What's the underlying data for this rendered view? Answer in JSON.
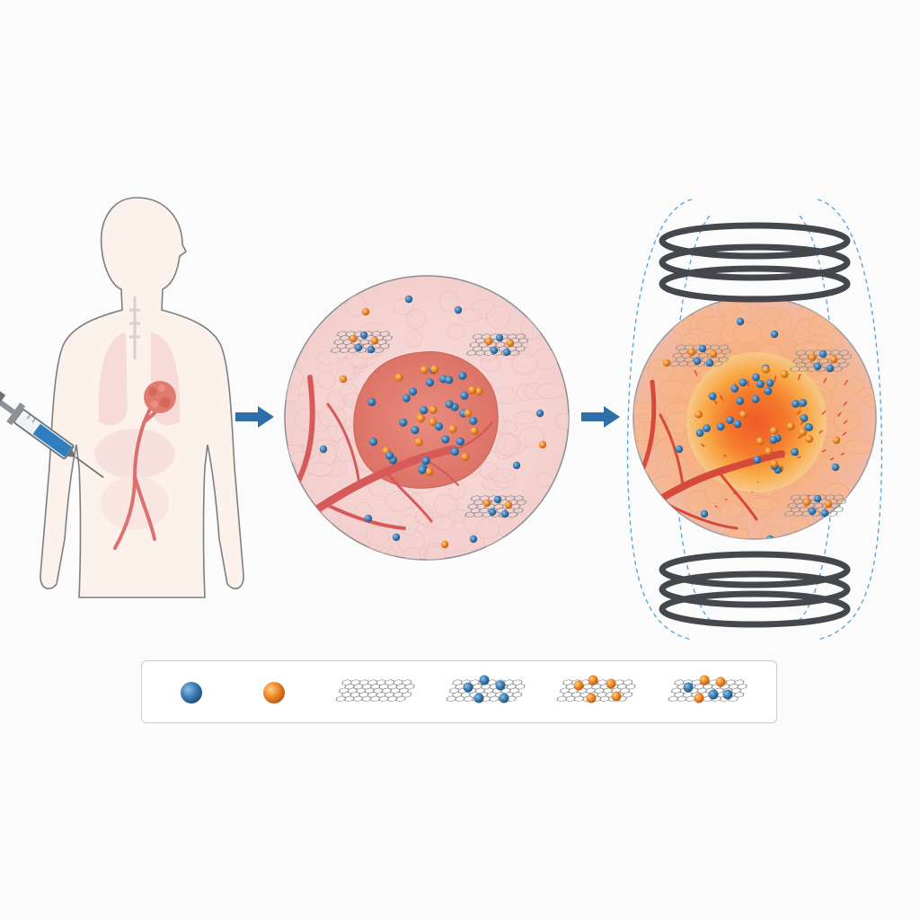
{
  "colors": {
    "background": "#fbfbfc",
    "body_skin": "#fdf1ec",
    "body_outline": "#7d7f84",
    "tissue": "#f6d3d2",
    "tumor": "#e07b6f",
    "vessel": "#d65a5a",
    "nanoparticle_blue": "#3f7fb6",
    "nanoparticle_orange": "#f08a2a",
    "graphene_sheet": "#8d9095",
    "arrow": "#2f6fa8",
    "coil": "#44474c",
    "field_lines": "#5aa9dc",
    "heat_core": "#f2672a",
    "heat_glow": "#f9b53c",
    "syringe_liquid": "#2f7fc0"
  },
  "panels": [
    {
      "id": "injection",
      "icons": [
        "human-body-icon",
        "syringe-icon",
        "tumor-icon",
        "blood-vessel-icon"
      ]
    },
    {
      "id": "tumor-accumulation",
      "icons": [
        "tumor-tissue-icon",
        "nanoparticle-icon",
        "graphene-composite-icon"
      ]
    },
    {
      "id": "magnetic-hyperthermia",
      "icons": [
        "magnetic-coil-icon",
        "magnetic-field-icon",
        "heated-tumor-icon"
      ]
    }
  ],
  "flow_arrows": [
    "arrow-right-icon",
    "arrow-right-icon"
  ],
  "legend": {
    "items": [
      {
        "icon": "blue-nanoparticle-icon",
        "label": ""
      },
      {
        "icon": "orange-nanoparticle-icon",
        "label": ""
      },
      {
        "icon": "graphene-sheet-icon",
        "label": ""
      },
      {
        "icon": "graphene-blue-nanoparticle-icon",
        "label": ""
      },
      {
        "icon": "graphene-orange-nanoparticle-icon",
        "label": ""
      },
      {
        "icon": "graphene-mixed-nanoparticle-icon",
        "label": ""
      }
    ]
  }
}
